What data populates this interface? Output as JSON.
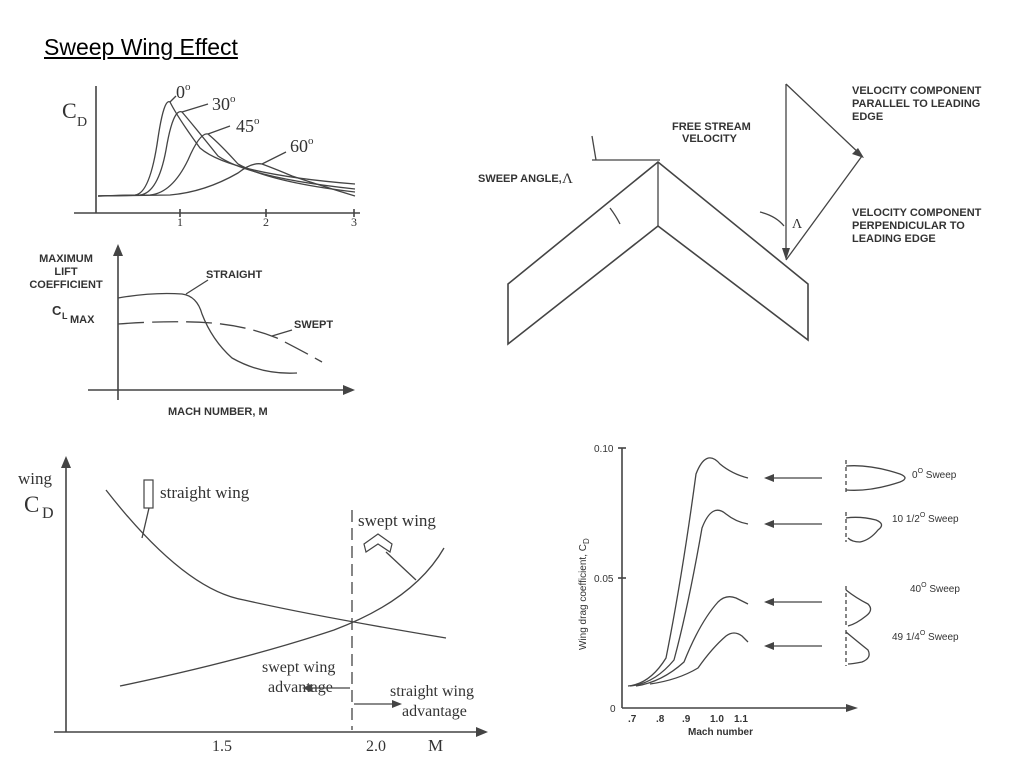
{
  "title": "Sweep Wing Effect",
  "p1": {
    "y_label": "C",
    "y_sub": "D",
    "angles": [
      "0",
      "30",
      "45",
      "60"
    ],
    "ticks": [
      "1",
      "2",
      "3"
    ]
  },
  "p2": {
    "y_label_lines": [
      "MAXIMUM",
      "LIFT",
      "COEFFICIENT"
    ],
    "y_sym": "C",
    "y_sub": "L",
    "y_sub2": "MAX",
    "straight": "STRAIGHT",
    "swept": "SWEPT",
    "x_label": "MACH NUMBER, M"
  },
  "p3": {
    "free_stream": [
      "FREE STREAM",
      "VELOCITY"
    ],
    "sweep_angle": "SWEEP ANGLE,",
    "lambda": "Λ",
    "parallel": [
      "VELOCITY COMPONENT",
      "PARALLEL TO LEADING",
      "EDGE"
    ],
    "perpendicular": [
      "VELOCITY COMPONENT",
      "PERPENDICULAR TO",
      "LEADING EDGE"
    ]
  },
  "p4": {
    "y_label": "wing",
    "y_sym": "C",
    "y_sub": "D",
    "straight": "straight wing",
    "swept": "swept wing",
    "swept_adv": [
      "swept wing",
      "advantage"
    ],
    "straight_adv": [
      "straight wing",
      "advantage"
    ],
    "x_ticks": [
      "1.5",
      "2.0"
    ],
    "x_label": "M"
  },
  "p5": {
    "y_label": "Wing drag coefficient, C",
    "y_sub": "D",
    "y_ticks": [
      "0.10",
      "0.05",
      "0"
    ],
    "x_ticks": [
      ".7",
      ".8",
      ".9",
      "1.0",
      "1.1"
    ],
    "x_label": "Mach number",
    "sweeps": [
      {
        "angle": "0",
        "rest": " Sweep"
      },
      {
        "angle": "10 1/2",
        "rest": " Sweep"
      },
      {
        "angle": "40",
        "rest": " Sweep"
      },
      {
        "angle": "49 1/4",
        "rest": " Sweep"
      }
    ]
  }
}
